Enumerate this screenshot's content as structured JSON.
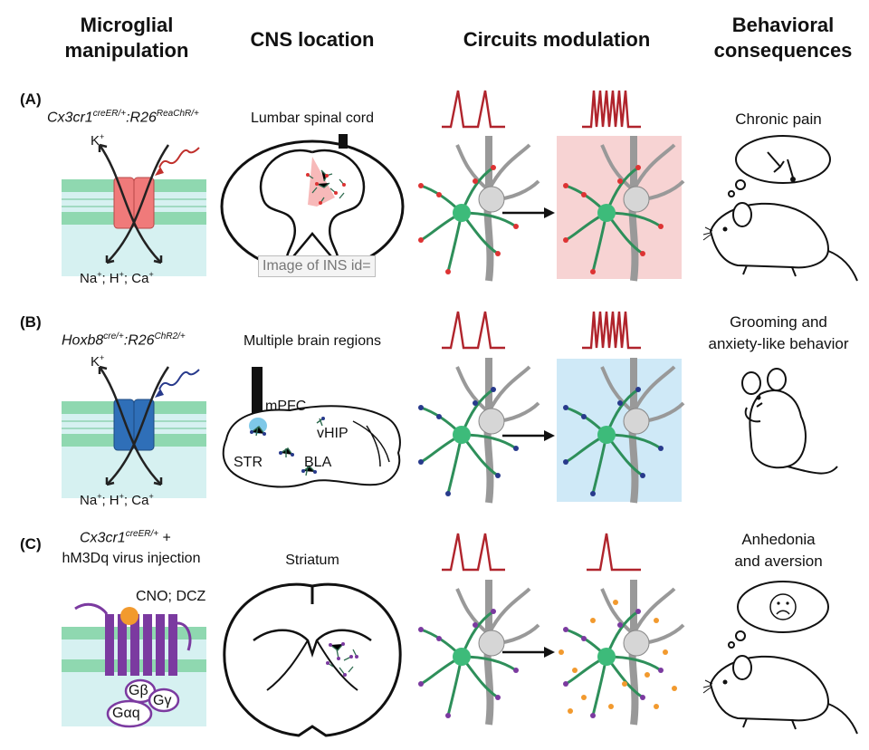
{
  "headers": {
    "microglial": [
      "Microglial",
      "manipulation"
    ],
    "cns": "CNS location",
    "circuits": "Circuits modulation",
    "behavior": [
      "Behavioral",
      "consequences"
    ]
  },
  "rows": [
    {
      "label": "(A)",
      "genotype_main": "Cx3cr1",
      "genotype_sup1": "creER/+",
      "genotype_mid": ":R26",
      "genotype_sup2": "ReaChR/+",
      "ion_top": "K",
      "ion_bottom": [
        "Na",
        "H",
        "Ca"
      ],
      "location": "Lumbar spinal cord",
      "behavior": [
        "Chronic pain"
      ],
      "watermark": "Image of INS id="
    },
    {
      "label": "(B)",
      "genotype_main": "Hoxb8",
      "genotype_sup1": "cre/+",
      "genotype_mid": ":R26",
      "genotype_sup2": "ChR2/+",
      "ion_top": "K",
      "ion_bottom": [
        "Na",
        "H",
        "Ca"
      ],
      "location": "Multiple brain regions",
      "regions": [
        "mPFC",
        "vHIP",
        "STR",
        "BLA"
      ],
      "behavior": [
        "Grooming and",
        "anxiety-like behavior"
      ]
    },
    {
      "label": "(C)",
      "genotype_main": "Cx3cr1",
      "genotype_sup1": "creER/+",
      "genotype_tail": " +",
      "genotype_line2": "hM3Dq virus injection",
      "ligand": "CNO; DCZ",
      "g_proteins": [
        "Gβ",
        "Gγ",
        "Gαq"
      ],
      "location": "Striatum",
      "behavior": [
        "Anhedonia",
        "and aversion"
      ]
    }
  ],
  "colors": {
    "membrane": "#8fd8b0",
    "membrane_fill": "#d6f1f1",
    "channel_red": "#f07a7a",
    "channel_blue": "#2f6fb8",
    "receptor_purple": "#7b3aa0",
    "spike": "#b0242c",
    "microglia": "#3dbb7a",
    "neuron": "#bdbdbd",
    "panel_pink": "#f7d3d3",
    "panel_blue": "#cfe9f7",
    "dot_orange": "#f29a2e"
  },
  "icons": [
    "ion-channel-icon",
    "light-wave-icon",
    "gpcr-icon",
    "neuron-microglia-icon",
    "mouse-icon",
    "thought-bubble-icon",
    "spike-train-icon"
  ]
}
